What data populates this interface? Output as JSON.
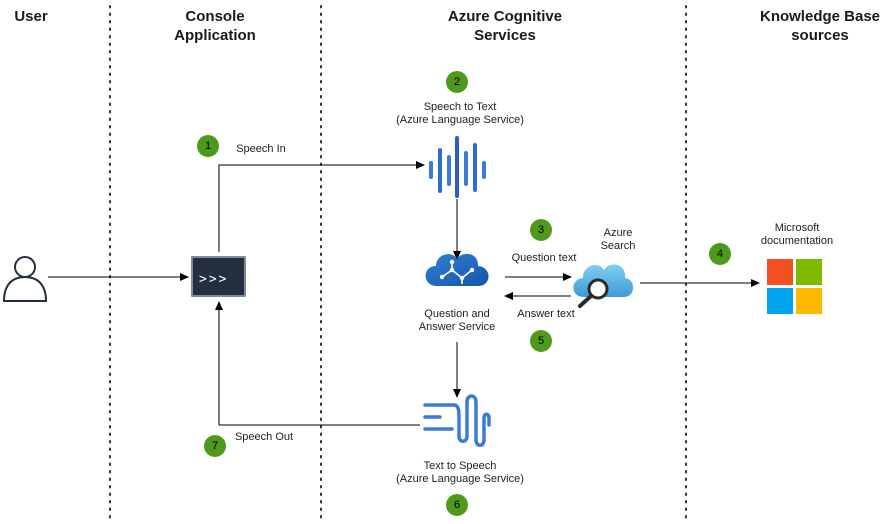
{
  "columns": {
    "user": "User",
    "console": "Console\nApplication",
    "azure": "Azure Cognitive\nServices",
    "kb": "Knowledge Base\nsources"
  },
  "nodes": {
    "speech_to_text": "Speech to Text\n(Azure Language Service)",
    "qna": "Question and\nAnswer Service",
    "azure_search": "Azure\nSearch",
    "microsoft_docs": "Microsoft\ndocumentation",
    "text_to_speech": "Text to Speech\n(Azure Language Service)",
    "terminal_prompt": ">>>"
  },
  "edges": {
    "speech_in": "Speech In",
    "question_text": "Question text",
    "answer_text": "Answer text",
    "speech_out": "Speech Out"
  },
  "steps": [
    "1",
    "2",
    "3",
    "4",
    "5",
    "6",
    "7"
  ],
  "colors": {
    "step_badge": "#4f9a1c",
    "terminal_bg": "#232f3e",
    "azure_blue": "#3a7bd5",
    "ms_red": "#f25022",
    "ms_green": "#7fba00",
    "ms_blue": "#00a4ef",
    "ms_yellow": "#ffb900"
  }
}
